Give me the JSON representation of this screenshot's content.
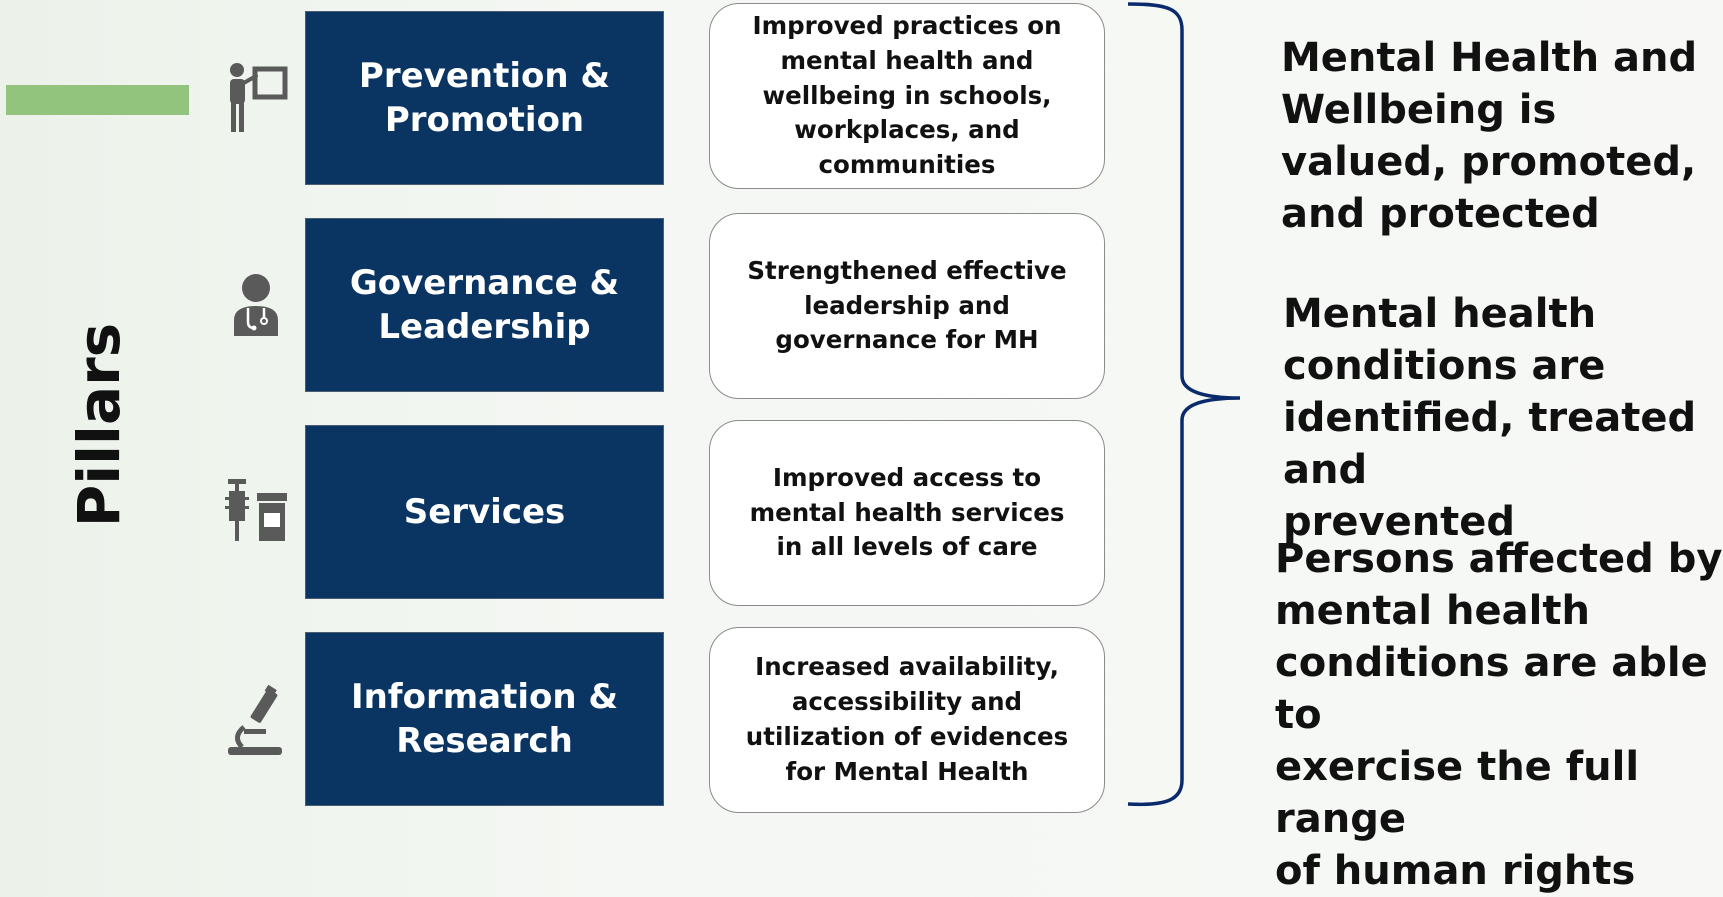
{
  "side_label": "Pillars",
  "colors": {
    "pillar_fill": "#0a3562",
    "accent": "#93c47d",
    "brace": "#0a2a6b"
  },
  "pillars": [
    {
      "icon": "teacher-board-icon",
      "label": "Prevention &\nPromotion"
    },
    {
      "icon": "doctor-icon",
      "label": "Governance &\nLeadership"
    },
    {
      "icon": "syringe-pill-bottle-icon",
      "label": "Services"
    },
    {
      "icon": "microscope-icon",
      "label": "Information &\nResearch"
    }
  ],
  "outcomes": [
    "Improved practices on\nmental health and\nwellbeing in schools,\nworkplaces, and\ncommunities",
    "Strengthened effective\nleadership and\ngovernance for MH",
    "Improved access to\nmental health services\nin all levels of care",
    "Increased availability,\naccessibility and\nutilization of evidences\nfor Mental Health"
  ],
  "goals": [
    "Mental Health and\nWellbeing is\nvalued, promoted,\nand protected",
    "Mental health\nconditions are\nidentified, treated and\nprevented",
    "Persons affected by\nmental health\nconditions are able to\nexercise the full range\nof human rights"
  ]
}
